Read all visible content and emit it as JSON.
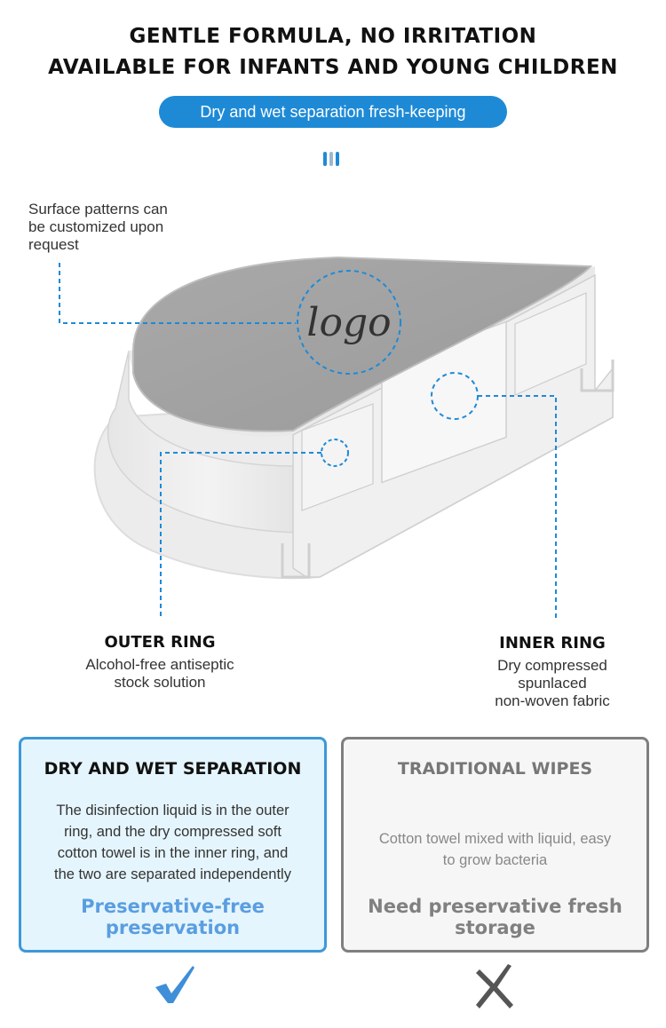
{
  "headline": {
    "line1": "GENTLE FORMULA, NO IRRITATION",
    "line2": "AVAILABLE FOR INFANTS AND YOUNG CHILDREN"
  },
  "pill": {
    "label": "Dry and wet separation fresh-keeping"
  },
  "accent_color": "#1e8ad6",
  "product": {
    "surface_note": [
      "Surface patterns can",
      "be customized upon",
      "request"
    ],
    "logo_text": "logo"
  },
  "outer_ring": {
    "title": "OUTER RING",
    "desc": [
      "Alcohol-free antiseptic",
      "stock solution"
    ]
  },
  "inner_ring": {
    "title": "INNER RING",
    "desc": [
      "Dry compressed",
      "spunlaced",
      "non-woven fabric"
    ]
  },
  "cards": {
    "dry": {
      "title": "DRY AND WET SEPARATION",
      "body": [
        "The disinfection liquid is in the outer",
        "ring, and the dry compressed soft",
        "cotton towel is in the inner ring, and",
        "the two are separated independently"
      ],
      "emphasis": [
        "Preservative-free",
        "preservation"
      ],
      "border_color": "#3e98d8",
      "icon": "check-icon"
    },
    "traditional": {
      "title": "TRADITIONAL WIPES",
      "body": [
        "Cotton towel mixed with liquid, easy",
        "to grow bacteria"
      ],
      "emphasis": [
        "Need preservative fresh",
        "storage"
      ],
      "border_color": "#7f7f7f",
      "icon": "cross-icon"
    }
  }
}
